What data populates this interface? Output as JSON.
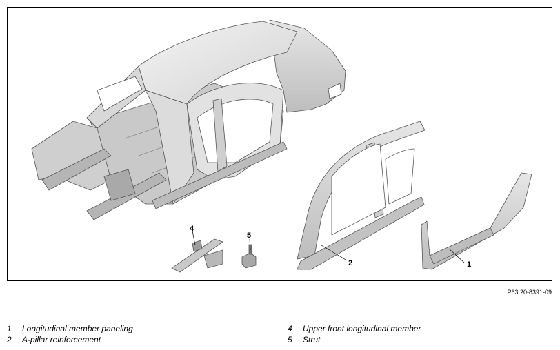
{
  "figure": {
    "code": "P63.20-8391-09",
    "callouts": [
      "1",
      "2",
      "4",
      "5"
    ]
  },
  "legend": [
    {
      "number": "1",
      "label": "Longitudinal member paneling"
    },
    {
      "number": "2",
      "label": "A-pillar reinforcement"
    },
    {
      "number": "4",
      "label": "Upper front longitudinal member"
    },
    {
      "number": "5",
      "label": "Strut"
    }
  ]
}
